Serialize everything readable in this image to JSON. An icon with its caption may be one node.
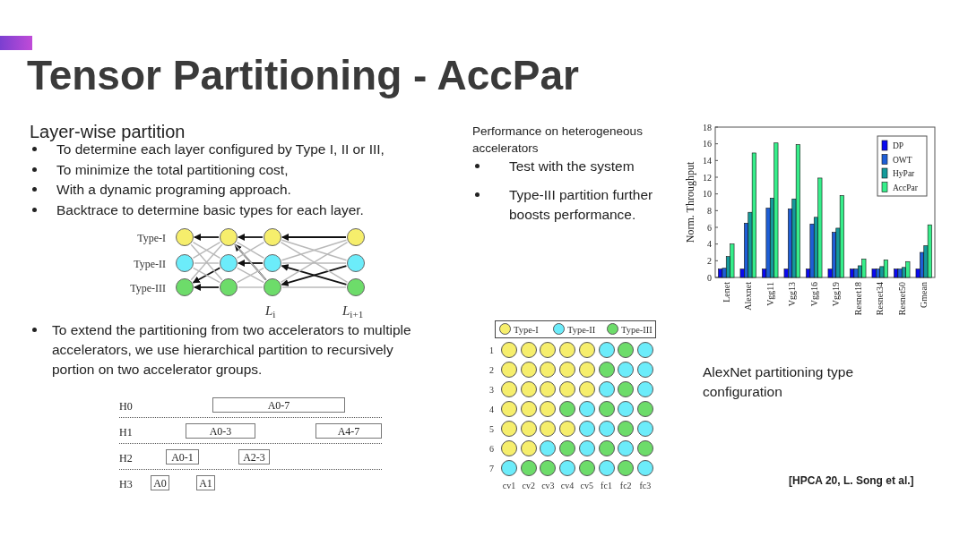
{
  "diagram": {
    "title": "Tensor Partitioning - AccPar",
    "nodes": [
      {
        "text": [],
        "shape": "circle"
      },
      {
        "text": [],
        "shape": "circle"
      },
      {
        "text": [],
        "shape": "circle"
      },
      {
        "text": [],
        "shape": "circle"
      },
      {
        "text": [],
        "shape": "circle"
      },
      {
        "text": [],
        "shape": "circle"
      },
      {
        "text": [],
        "shape": "circle"
      },
      {
        "text": [],
        "shape": "circle"
      },
      {
        "text": [],
        "shape": "circle"
      },
      {
        "text": [],
        "shape": "circle"
      },
      {
        "text": [],
        "shape": "circle"
      },
      {
        "text": [],
        "shape": "circle"
      },
      {
        "text": [
          "A0-7"
        ]
      },
      {
        "text": [
          "A0-3"
        ]
      },
      {
        "text": [
          "A4-7"
        ]
      },
      {
        "text": [
          "A0-1"
        ]
      },
      {
        "text": [
          "A2-3"
        ]
      },
      {
        "text": [
          "A0"
        ]
      },
      {
        "text": [
          "A1"
        ]
      }
    ],
    "edges": [
      {
        "from": 1,
        "to": 0,
        "arrow": "to",
        "color": "#111111"
      },
      {
        "from": 2,
        "to": 1,
        "arrow": "to",
        "color": "#111111"
      },
      {
        "from": 3,
        "to": 2,
        "arrow": "to",
        "color": "#111111"
      },
      {
        "from": 10,
        "to": 1,
        "arrow": "to",
        "color": "#111111"
      },
      {
        "from": 6,
        "to": 5,
        "arrow": "to",
        "color": "#111111"
      },
      {
        "from": 11,
        "to": 6,
        "arrow": "to",
        "color": "#111111"
      },
      {
        "from": 7,
        "to": 10,
        "arrow": "to",
        "color": "#111111"
      },
      {
        "from": 5,
        "to": 8,
        "arrow": "to",
        "color": "#111111"
      },
      {
        "from": 9,
        "to": 8,
        "arrow": "to",
        "color": "#111111"
      },
      {
        "from": 0,
        "to": 5,
        "arrow": "none"
      },
      {
        "from": 0,
        "to": 9,
        "arrow": "none"
      },
      {
        "from": 4,
        "to": 1,
        "arrow": "none"
      },
      {
        "from": 4,
        "to": 5,
        "arrow": "none"
      },
      {
        "from": 4,
        "to": 9,
        "arrow": "none"
      },
      {
        "from": 8,
        "to": 1,
        "arrow": "none"
      },
      {
        "from": 1,
        "to": 6,
        "arrow": "none"
      },
      {
        "from": 1,
        "to": 10,
        "arrow": "none"
      },
      {
        "from": 5,
        "to": 2,
        "arrow": "none"
      },
      {
        "from": 5,
        "to": 10,
        "arrow": "none"
      },
      {
        "from": 9,
        "to": 6,
        "arrow": "none"
      },
      {
        "from": 9,
        "to": 10,
        "arrow": "none"
      },
      {
        "from": 2,
        "to": 7,
        "arrow": "none"
      },
      {
        "from": 2,
        "to": 11,
        "arrow": "none"
      },
      {
        "from": 6,
        "to": 3,
        "arrow": "none"
      },
      {
        "from": 6,
        "to": 7,
        "arrow": "none"
      },
      {
        "from": 10,
        "to": 3,
        "arrow": "none"
      },
      {
        "from": 10,
        "to": 11,
        "arrow": "none"
      }
    ],
    "labels": [
      "Layer-wise partition",
      "To determine each layer configured by Type I, II or III,",
      "To minimize the total partitioning cost,",
      "With a dynamic programing approach.",
      "Backtrace to determine basic types for each layer.",
      "Type-I",
      "Type-II",
      "Type-III",
      "*L*$_{i}$",
      "*L*$_{i+1}$",
      "To extend the partitioning from two accelerators to multiple accelerators, we use hierarchical partition to recursively portion on two accelerator groups.",
      "H0",
      "H1",
      "H2",
      "H3",
      "Performance on heterogeneous accelerators",
      "Test with the system",
      "Type-III partition further boosts performance.",
      "1",
      "2",
      "3",
      "4",
      "5",
      "6",
      "7",
      "cv1",
      "cv2",
      "cv3",
      "cv4",
      "cv5",
      "fc1",
      "fc2",
      "fc3",
      "AlexNet partitioning type configuration",
      "[HPCA 20, L. Song et al.]"
    ],
    "legend": [
      {
        "text": "Type-I",
        "color": "#f6ee6c"
      },
      {
        "text": "Type-II",
        "color": "#6cecfa"
      },
      {
        "text": "Type-III",
        "color": "#6ddc6a"
      }
    ],
    "chart_data": {
      "type": "bar",
      "ylabel": "Norm. Throughput",
      "legend": "upper right",
      "categories": [
        "Lenet",
        "Alexnet",
        "Vgg11",
        "Vgg13",
        "Vgg16",
        "Vgg19",
        "Resnet18",
        "Resnet34",
        "Resnet50",
        "Gmean"
      ],
      "ylim": [
        0,
        18
      ],
      "yticks": [
        0,
        2,
        4,
        6,
        8,
        10,
        12,
        14,
        16,
        18
      ],
      "series": [
        {
          "name": "DP",
          "color": "#0a0af0",
          "values": [
            1,
            1,
            1,
            1,
            1,
            1,
            1,
            1,
            1,
            1
          ]
        },
        {
          "name": "OWT",
          "color": "#1e5ed6",
          "values": [
            1.1,
            6.5,
            8.3,
            8.2,
            6.4,
            5.4,
            1.0,
            1.0,
            1.0,
            3.0
          ]
        },
        {
          "name": "HyPar",
          "color": "#159a9a",
          "values": [
            2.5,
            7.8,
            9.5,
            9.4,
            7.2,
            5.9,
            1.4,
            1.3,
            1.2,
            3.8
          ]
        },
        {
          "name": "AccPar",
          "color": "#36ee8a",
          "values": [
            4.0,
            14.9,
            16.1,
            15.9,
            11.9,
            9.8,
            2.2,
            2.1,
            1.9,
            6.3
          ]
        }
      ]
    }
  }
}
